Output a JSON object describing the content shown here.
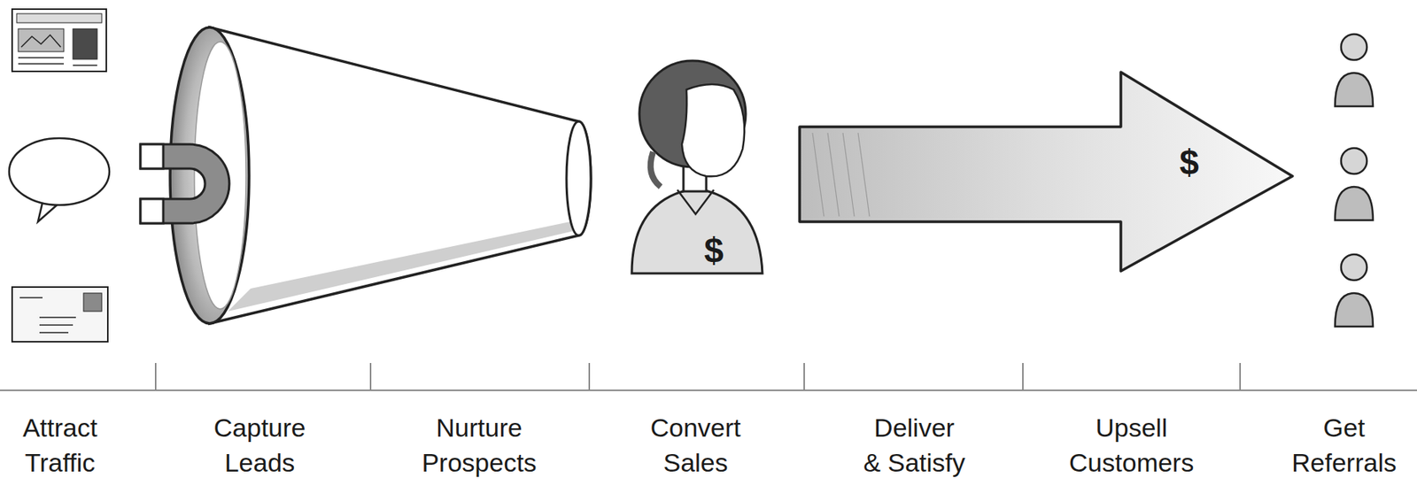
{
  "diagram": {
    "labels": [
      "Attract Traffic",
      "Capture Leads",
      "Nurture Prospects",
      "Convert Sales",
      "Deliver & Satisfy",
      "Upsell Customers",
      "Get Referrals",
      "$",
      "$"
    ]
  }
}
